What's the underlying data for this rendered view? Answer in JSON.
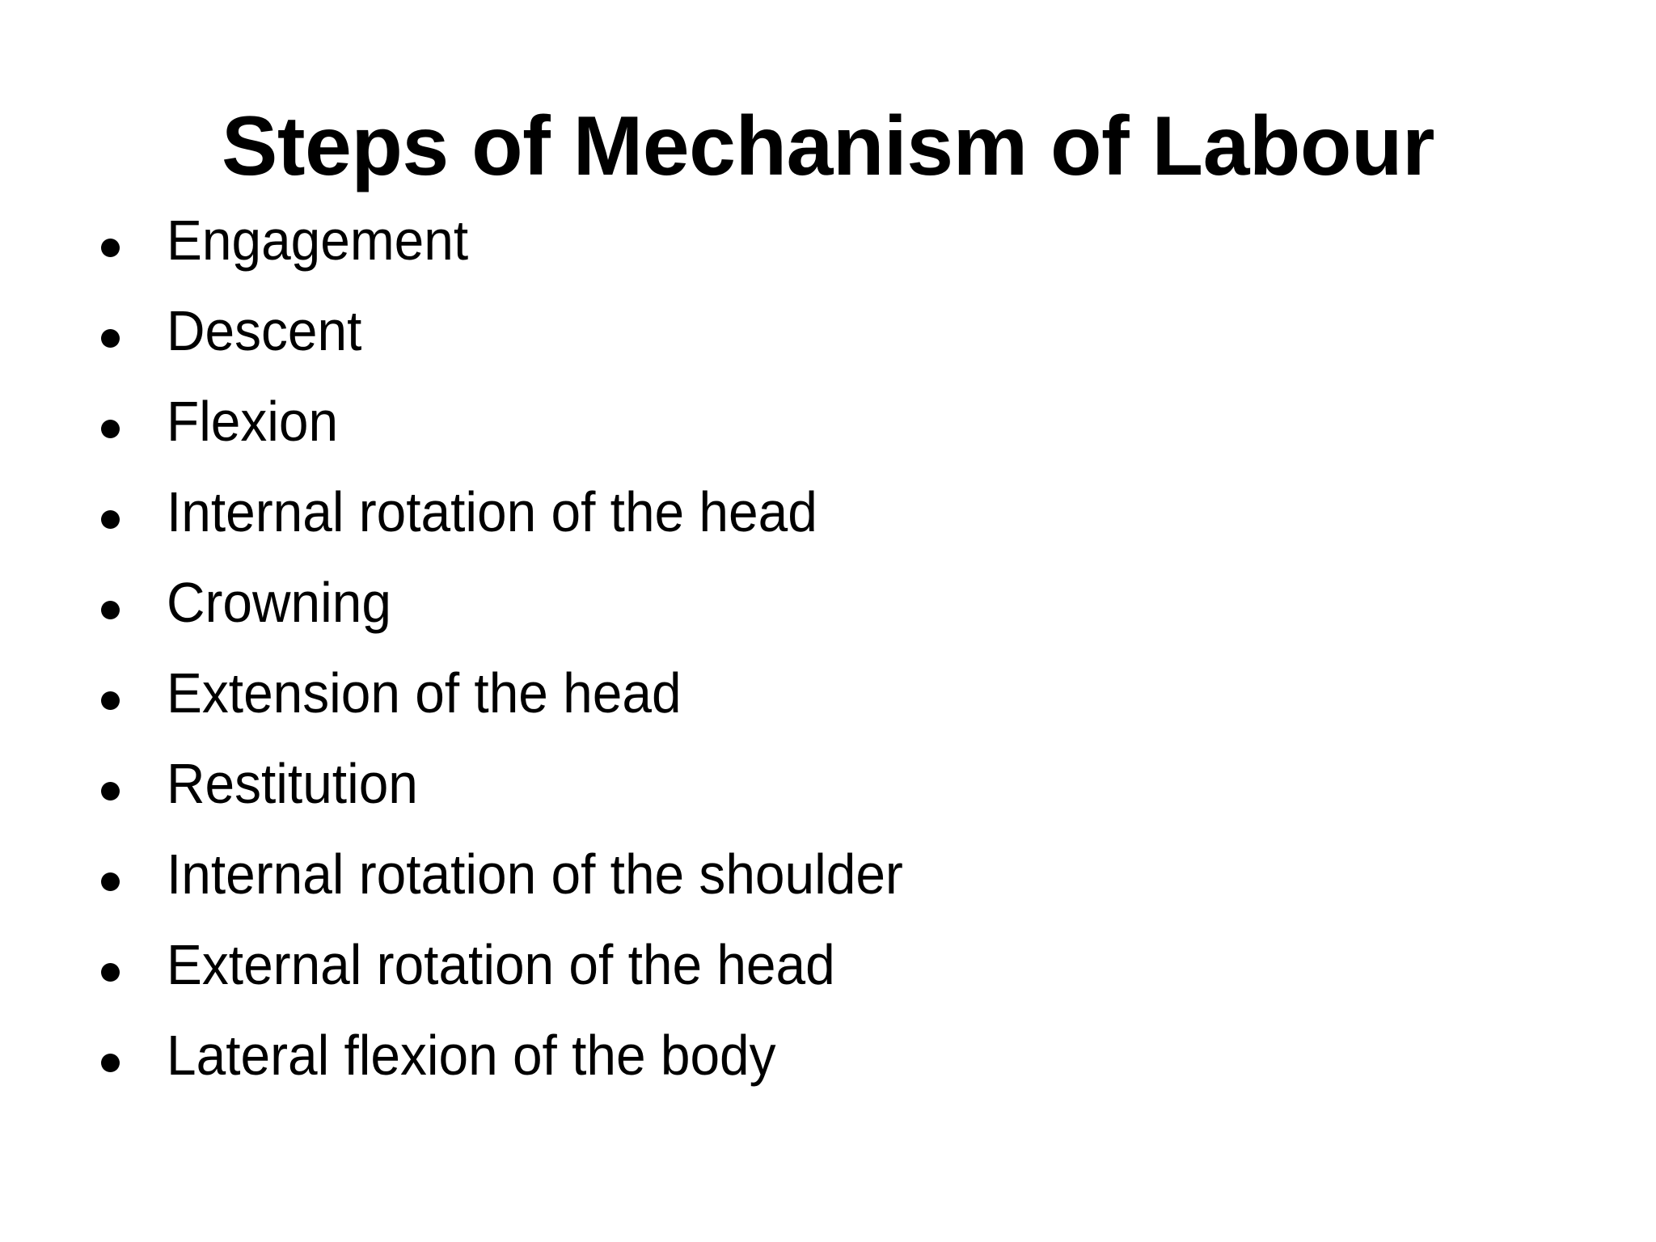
{
  "slide": {
    "background_color": "#ffffff",
    "text_color": "#000000",
    "title": "Steps of Mechanism of Labour",
    "bullet_glyph": "•",
    "items": [
      {
        "label": "Engagement"
      },
      {
        "label": "Descent"
      },
      {
        "label": "Flexion"
      },
      {
        "label": "Internal rotation of the head"
      },
      {
        "label": "Crowning"
      },
      {
        "label": "Extension of the head"
      },
      {
        "label": "Restitution"
      },
      {
        "label": "Internal rotation of the shoulder"
      },
      {
        "label": "External rotation of the head"
      },
      {
        "label": "Lateral flexion of the body"
      }
    ]
  }
}
